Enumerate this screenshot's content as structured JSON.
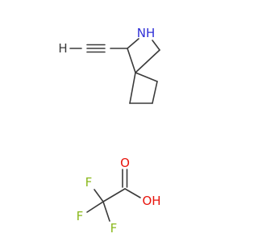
{
  "diagram": {
    "kind": "chemical-structure",
    "molecules": [
      {
        "role": "spiro-amine",
        "atom_labels": {
          "amine_nh": "NH",
          "terminal_h": "H"
        }
      },
      {
        "role": "trifluoroacetic-acid",
        "atom_labels": {
          "carbonyl_o": "O",
          "hydroxyl_oh": "OH",
          "fluorine_top": "F",
          "fluorine_left": "F",
          "fluorine_bottom": "F"
        }
      }
    ],
    "colors": {
      "bond": "#3a3a3a",
      "carbon_hydrogen": "#3a3a3a",
      "nitrogen": "#2f2fd6",
      "oxygen": "#e8140c",
      "fluorine": "#8ab81c"
    }
  }
}
